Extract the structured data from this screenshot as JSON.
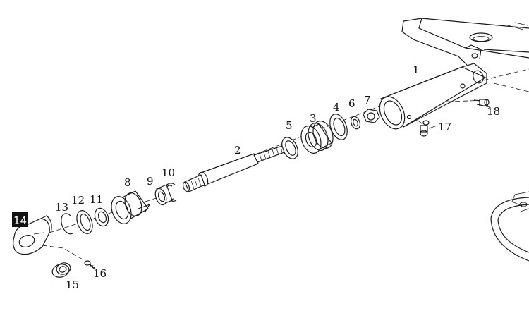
{
  "callouts": [
    {
      "id": "1",
      "label": "1"
    },
    {
      "id": "2",
      "label": "2"
    },
    {
      "id": "3",
      "label": "3"
    },
    {
      "id": "4",
      "label": "4"
    },
    {
      "id": "5",
      "label": "5"
    },
    {
      "id": "6",
      "label": "6"
    },
    {
      "id": "7",
      "label": "7"
    },
    {
      "id": "8",
      "label": "8"
    },
    {
      "id": "9",
      "label": "9"
    },
    {
      "id": "10",
      "label": "10"
    },
    {
      "id": "11",
      "label": "11"
    },
    {
      "id": "12",
      "label": "12"
    },
    {
      "id": "13",
      "label": "13"
    },
    {
      "id": "14",
      "label": "14",
      "highlighted": true
    },
    {
      "id": "15",
      "label": "15"
    },
    {
      "id": "16",
      "label": "16"
    },
    {
      "id": "17",
      "label": "17"
    },
    {
      "id": "18",
      "label": "18"
    }
  ],
  "colors": {
    "ink": "#1a1a1a",
    "background": "#ffffff",
    "highlight": "#111111"
  }
}
